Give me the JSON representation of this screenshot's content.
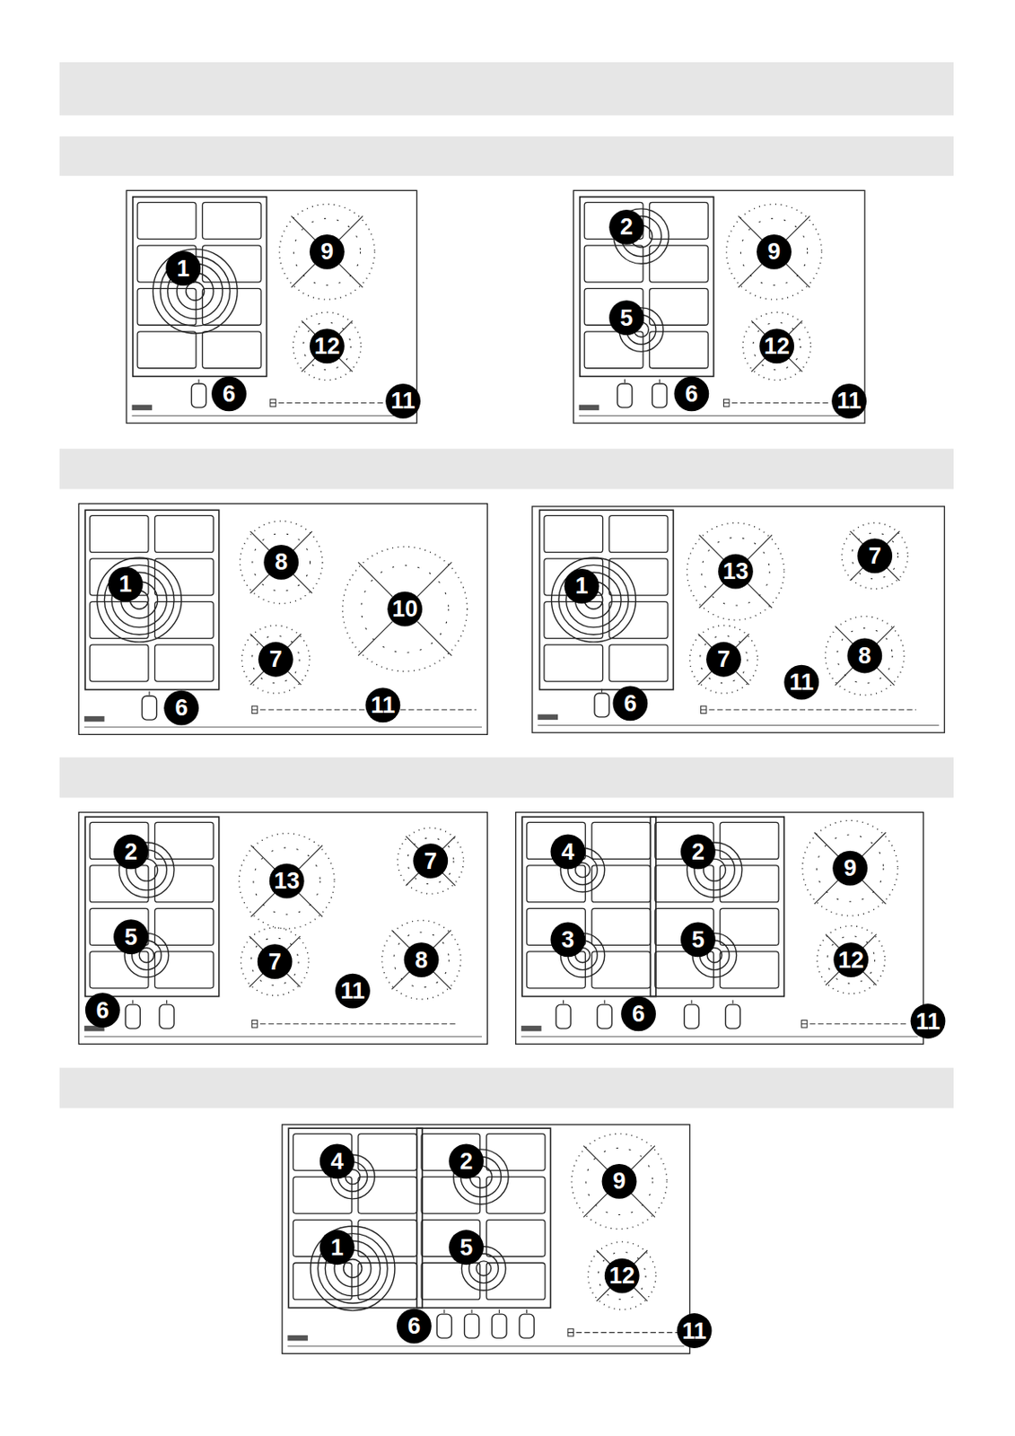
{
  "diagram": {
    "labels": [
      "1",
      "9",
      "12",
      "6",
      "11",
      "2",
      "9",
      "5",
      "12",
      "6",
      "11",
      "8",
      "1",
      "10",
      "7",
      "6",
      "11",
      "13",
      "7",
      "1",
      "7",
      "8",
      "11",
      "6",
      "2",
      "13",
      "7",
      "5",
      "7",
      "8",
      "11",
      "6",
      "4",
      "2",
      "9",
      "3",
      "5",
      "12",
      "6",
      "11",
      "4",
      "2",
      "9",
      "1",
      "12",
      "5",
      "6",
      "11"
    ]
  }
}
